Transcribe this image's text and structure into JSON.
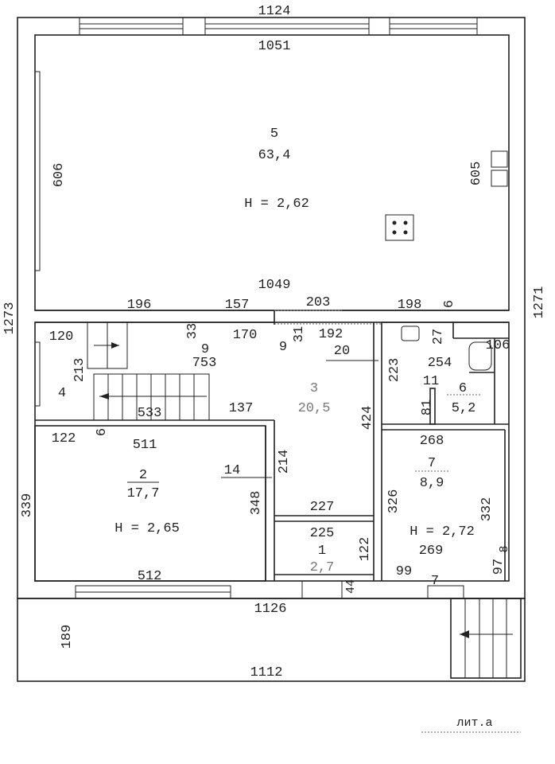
{
  "plan": {
    "outer_top": "1124",
    "inner_top": "1051",
    "left_height": "1273",
    "right_height": "1271",
    "room5": {
      "number": "5",
      "area": "63,4",
      "height": "H = 2,62",
      "left": "606",
      "right": "605",
      "bottom": "1049"
    },
    "partition": [
      "196",
      "157",
      "203",
      "198",
      "6"
    ],
    "hall": {
      "d120": "120",
      "d33": "33",
      "d9a": "9",
      "d170": "170",
      "d9b": "9",
      "d31": "31",
      "d192": "192",
      "d20": "20",
      "d753": "753",
      "d213": "213",
      "d223": "223",
      "d533": "533",
      "d137": "137",
      "d424": "424",
      "d4": "4",
      "number": "3",
      "area": "20,5"
    },
    "room6": {
      "d254": "254",
      "d27": "27",
      "d106": "106",
      "d11": "11",
      "d81": "81",
      "number": "6",
      "area": "5,2"
    },
    "room2": {
      "d6": "6",
      "d122": "122",
      "d511": "511",
      "number": "2",
      "area": "17,7",
      "d14": "14",
      "d214": "214",
      "d339": "339",
      "d348": "348",
      "height": "H = 2,65",
      "d512": "512"
    },
    "room1": {
      "d227": "227",
      "d225": "225",
      "number": "1",
      "area": "2,7",
      "d122": "122",
      "d44": "44"
    },
    "room7": {
      "d268": "268",
      "number": "7",
      "area": "8,9",
      "d326": "326",
      "d332": "332",
      "height": "H = 2,72",
      "d269": "269",
      "d97": "97",
      "d8": "8",
      "d99": "99",
      "d7": "7"
    },
    "bottom_outer": "1126",
    "porch_height": "189",
    "porch_width": "1112",
    "label": "лит.а"
  }
}
